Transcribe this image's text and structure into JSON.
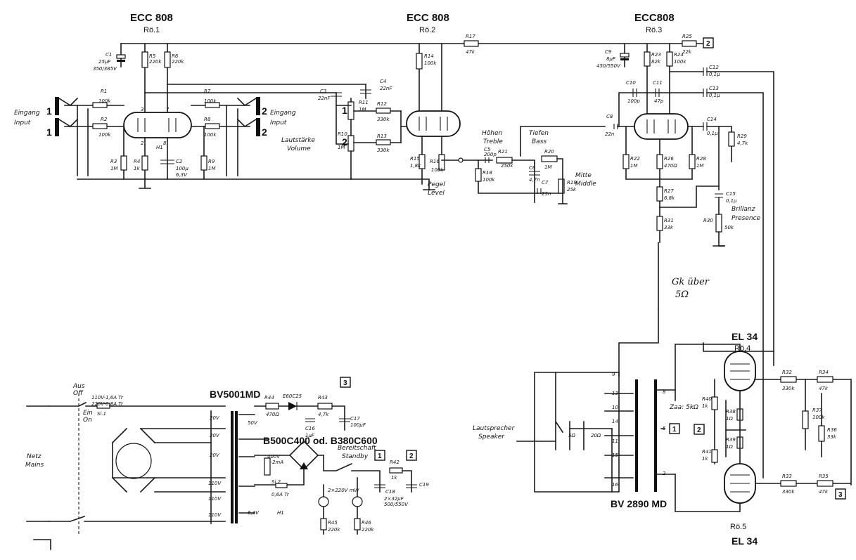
{
  "tubes": {
    "r1": {
      "type": "ECC 808",
      "name": "Rö.1"
    },
    "r2": {
      "type": "ECC 808",
      "name": "Rö.2"
    },
    "r3": {
      "type": "ECC808",
      "name": "Rö.3"
    },
    "r4": {
      "type": "EL 34",
      "name": "Rö.4"
    },
    "r5": {
      "type": "EL 34",
      "name": "Rö.5"
    }
  },
  "inputs": {
    "left_de": "Eingang",
    "left_en": "Input",
    "left_num1": "1",
    "left_num2": "1",
    "right_de": "Eingang",
    "right_en": "Input",
    "right_num1": "2",
    "right_num2": "2"
  },
  "controls": {
    "volume_de": "Lautstärke",
    "volume_en": "Volume",
    "vol1": "1",
    "vol2": "2",
    "level_de": "Pegel",
    "level_en": "Level",
    "treble_de": "Höhen",
    "treble_en": "Treble",
    "bass_de": "Tiefen",
    "bass_en": "Bass",
    "middle_de": "Mitte",
    "middle_en": "Middle",
    "presence_de": "Brillanz",
    "presence_en": "Presence",
    "standby_de": "Bereitschaft",
    "standby_en": "Standby",
    "mains_de": "Netz",
    "mains_en": "Mains",
    "off_de": "Aus",
    "off_en": "Off",
    "on_de": "Ein",
    "on_en": "On",
    "speaker_de": "Lautsprecher",
    "speaker_en": "Speaker"
  },
  "transformers": {
    "mains": "BV5001MD",
    "output": "BV 2890 MD",
    "rectifier_line": "B500C400 od. B380C600",
    "diode": "E60C25",
    "gk_note1": "Gk über",
    "gk_note2": "5Ω",
    "zaa": "Zaa: 5kΩ"
  },
  "fuse": {
    "line1": "110V-1,6A Tr",
    "line2": "220V-0,8A Tr",
    "ref": "Si.1"
  },
  "secondaries": [
    "20V",
    "20V",
    "20V",
    "110V",
    "110V",
    "110V",
    "6,3V",
    "50V",
    "400V",
    "1-2mA",
    "H1"
  ],
  "components": {
    "C1": [
      "C1",
      "25µF",
      "350/385V"
    ],
    "R5": [
      "R5",
      "220k"
    ],
    "R6": [
      "R6",
      "220k"
    ],
    "R1": [
      "R1",
      "100k"
    ],
    "R2": [
      "R2",
      "100k"
    ],
    "R7": [
      "R7",
      "100k"
    ],
    "R8": [
      "R8",
      "100k"
    ],
    "R3": [
      "R3",
      "1M"
    ],
    "R4": [
      "R4",
      "1k"
    ],
    "C2": [
      "C2",
      "100µ",
      "6,3V"
    ],
    "R9": [
      "R9",
      "1M"
    ],
    "C3": [
      "C3",
      "22nF"
    ],
    "C4": [
      "C4",
      "22nF"
    ],
    "R11": [
      "R11",
      "1M"
    ],
    "R12": [
      "R12",
      "330k"
    ],
    "R10": [
      "R10",
      "1M"
    ],
    "R13": [
      "R13",
      "330k"
    ],
    "R14": [
      "R14",
      "100k"
    ],
    "R15": [
      "R15",
      "1,8k"
    ],
    "R16": [
      "R16",
      "100k"
    ],
    "R17": [
      "R17",
      "47k"
    ],
    "C5": [
      "C5",
      "200p"
    ],
    "R21": [
      "R21",
      "250k"
    ],
    "R18": [
      "R18",
      "100k"
    ],
    "C6": [
      "C6",
      "4,7n"
    ],
    "C7": [
      "C7",
      "25n"
    ],
    "R20": [
      "R20",
      "1M"
    ],
    "R19": [
      "R19",
      "25k"
    ],
    "C8": [
      "C8",
      "22n"
    ],
    "C9": [
      "C9",
      "8µF",
      "450/550V"
    ],
    "R23": [
      "R23",
      "82k"
    ],
    "R24": [
      "R24",
      "100k"
    ],
    "R25": [
      "R25",
      "22k"
    ],
    "C10": [
      "C10",
      "100p"
    ],
    "C11": [
      "C11",
      "47p"
    ],
    "C12": [
      "C12",
      "0,1µ"
    ],
    "C13": [
      "C13",
      "0,1µ"
    ],
    "C14": [
      "C14",
      "0,1µ"
    ],
    "R29": [
      "R29",
      "4,7k"
    ],
    "R22": [
      "R22",
      "1M"
    ],
    "R26": [
      "R26",
      "470Ω"
    ],
    "R28": [
      "R28",
      "1M"
    ],
    "R27": [
      "R27",
      "6,8k"
    ],
    "R31": [
      "R31",
      "33k"
    ],
    "C15": [
      "C15",
      "0,1µ"
    ],
    "R30": [
      "R30",
      "50k"
    ],
    "R32": [
      "R32",
      "330k"
    ],
    "R34": [
      "R34",
      "47k"
    ],
    "R37": [
      "R37",
      "100k"
    ],
    "R36": [
      "R36",
      "33k"
    ],
    "R33": [
      "R33",
      "330k"
    ],
    "R35": [
      "R35",
      "47k"
    ],
    "R38": [
      "R38",
      "1Ω"
    ],
    "R39": [
      "R39",
      "1Ω"
    ],
    "R40": [
      "R40",
      "1k"
    ],
    "R41": [
      "R41",
      "1k"
    ],
    "R44": [
      "R44",
      "470Ω"
    ],
    "R43": [
      "R43",
      "4,7k"
    ],
    "C16": [
      "C16",
      "1µF"
    ],
    "C17": [
      "C17",
      "100µF"
    ],
    "R42": [
      "R42",
      "1k"
    ],
    "C18": [
      "C18",
      "2×32µF",
      "500/550V"
    ],
    "C19": [
      "C19",
      ""
    ],
    "R45": [
      "R45",
      "220k"
    ],
    "R46": [
      "R46",
      "220k"
    ],
    "lamps": "2×220V mW",
    "si2": [
      "Si.2",
      "0,6A Tr"
    ]
  },
  "nodes": [
    "2",
    "2",
    "3",
    "1",
    "2",
    "1",
    "2",
    "3"
  ],
  "speaker_taps": [
    "5Ω",
    "20Ω"
  ],
  "pin_labels": [
    "3",
    "7",
    "1",
    "2",
    "9",
    "8",
    "6",
    "H1"
  ]
}
